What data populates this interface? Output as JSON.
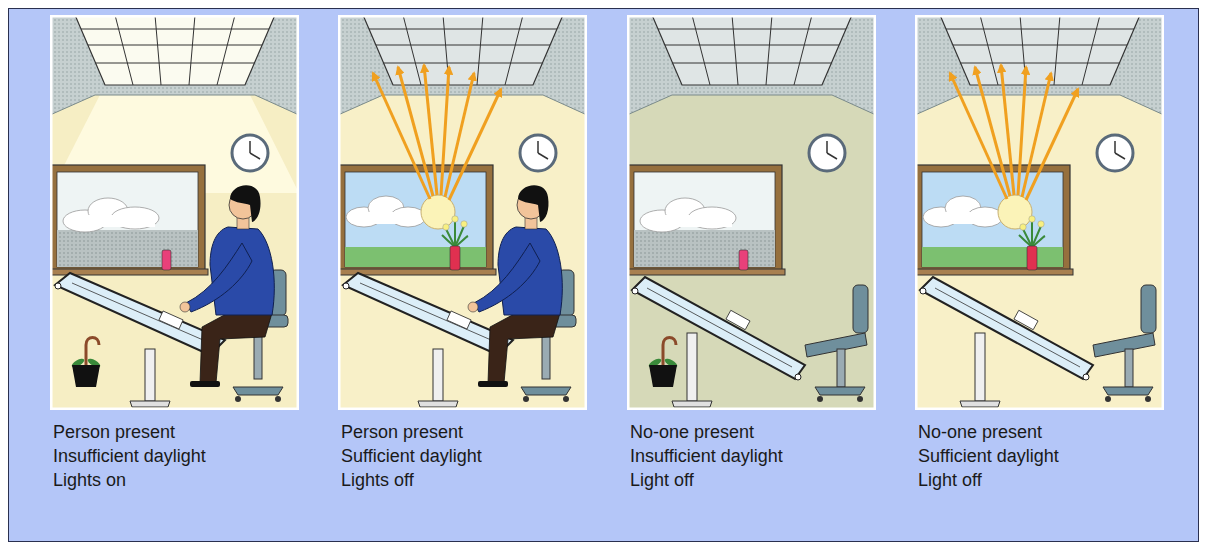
{
  "diagram": {
    "nodes": [
      {
        "text": [
          "Person present",
          "Insufficient daylight",
          "Lights on"
        ]
      },
      {
        "text": [
          "Person present",
          "Sufficient daylight",
          "Lights off"
        ]
      },
      {
        "text": [
          "No-one present",
          "Insufficient daylight",
          "Light off"
        ]
      },
      {
        "text": [
          "No-one present",
          "Sufficient daylight",
          "Light off"
        ]
      }
    ]
  }
}
